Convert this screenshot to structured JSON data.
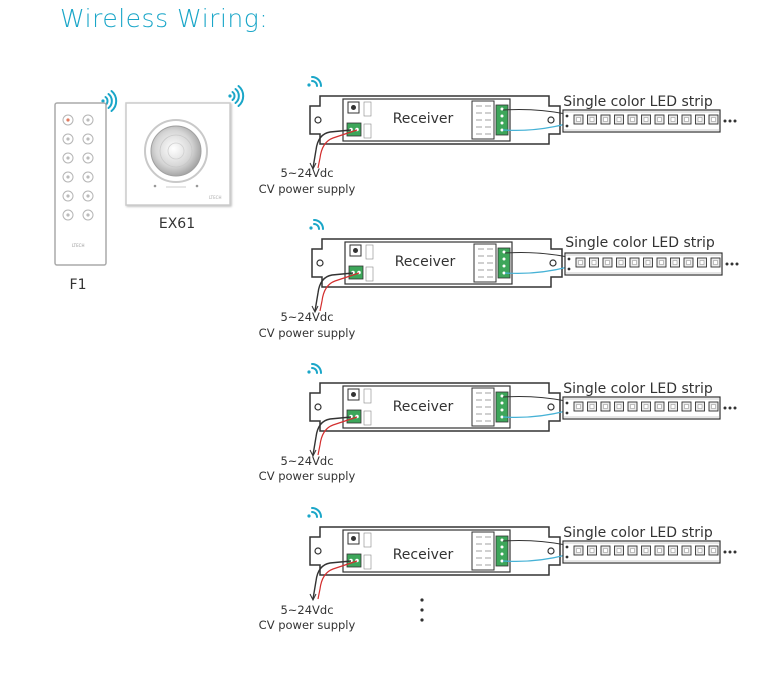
{
  "title": "Wireless Wiring:",
  "colors": {
    "title": "#1aa6c8",
    "line": "#333333",
    "wire_blue": "#46b2d6",
    "wire_red": "#d32f2f",
    "terminal_green": "#3da65a",
    "led_white": "#ececec",
    "panel_border": "#bbbbbb"
  },
  "remote": {
    "label": "F1"
  },
  "wall_panel": {
    "label": "EX61",
    "brand": "LTECH"
  },
  "receivers": [
    {
      "box_label": "Receiver",
      "strip_label": "Single color LED strip",
      "power_voltage": "5~24Vdc",
      "power_type": "CV power supply"
    },
    {
      "box_label": "Receiver",
      "strip_label": "Single color LED strip",
      "power_voltage": "5~24Vdc",
      "power_type": "CV power supply"
    },
    {
      "box_label": "Receiver",
      "strip_label": "Single color LED strip",
      "power_voltage": "5~24Vdc",
      "power_type": "CV power supply"
    },
    {
      "box_label": "Receiver",
      "strip_label": "Single color LED strip",
      "power_voltage": "5~24Vdc",
      "power_type": "CV power supply"
    }
  ],
  "icons": [
    "wifi-signal-icon",
    "remote-control-icon",
    "rotary-knob-icon",
    "led-chip-icon",
    "ellipsis-icon"
  ]
}
